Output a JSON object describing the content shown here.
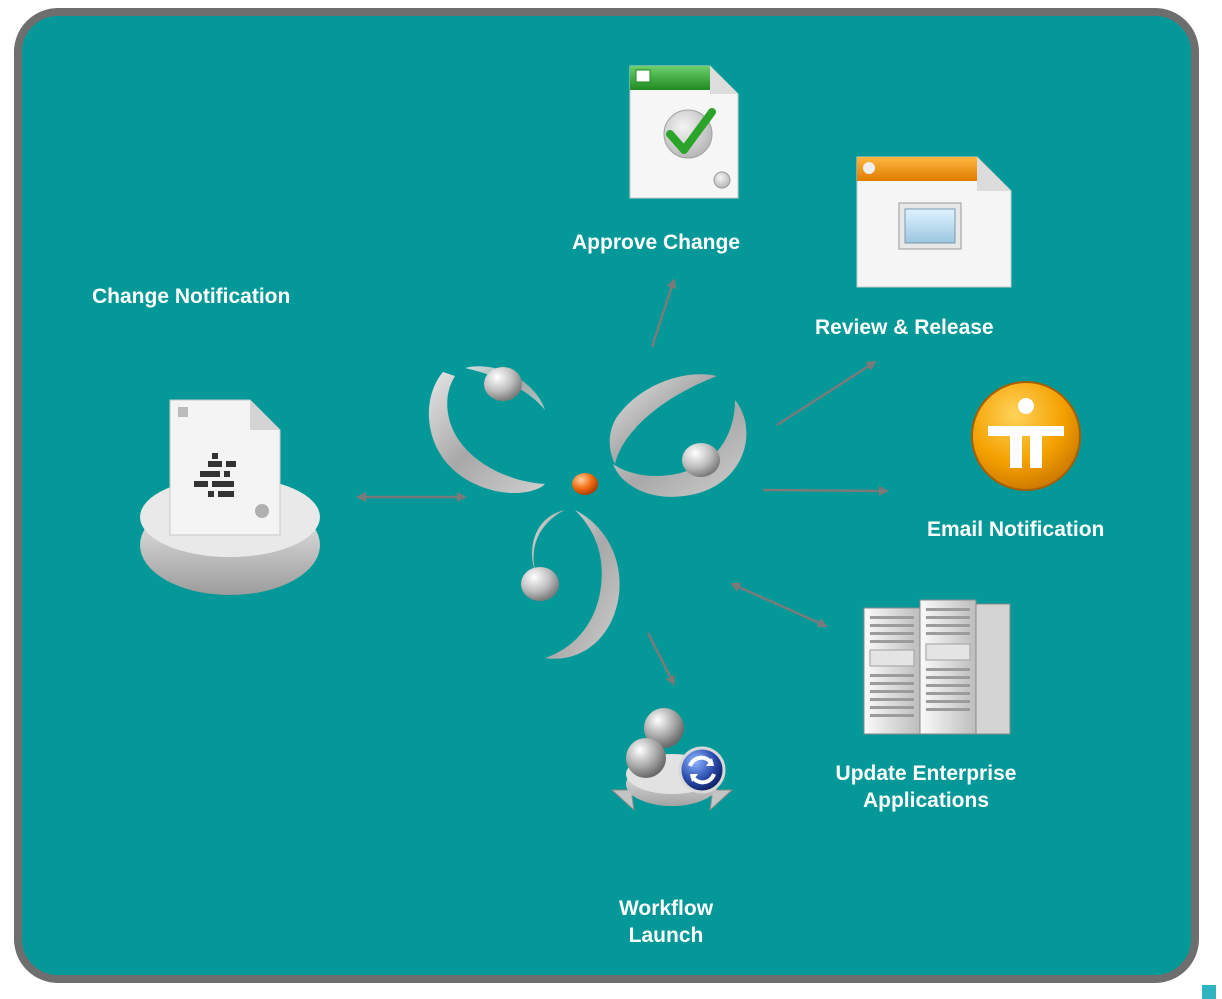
{
  "diagram": {
    "nodes": {
      "change_notification": {
        "label": "Change Notification"
      },
      "approve_change": {
        "label": "Approve Change"
      },
      "review_release": {
        "label": "Review & Release"
      },
      "email_notification": {
        "label": "Email Notification"
      },
      "update_enterprise": {
        "label_line1": "Update Enterprise",
        "label_line2": "Applications"
      },
      "workflow_launch": {
        "label_line1": "Workflow",
        "label_line2": "Launch"
      }
    },
    "hub": {
      "icon": "workflow-hub-logo"
    },
    "edges": [
      {
        "from": "hub",
        "to": "change_notification",
        "direction": "both"
      },
      {
        "from": "hub",
        "to": "approve_change",
        "direction": "forward"
      },
      {
        "from": "hub",
        "to": "review_release",
        "direction": "forward"
      },
      {
        "from": "hub",
        "to": "email_notification",
        "direction": "forward"
      },
      {
        "from": "hub",
        "to": "update_enterprise",
        "direction": "both"
      },
      {
        "from": "hub",
        "to": "workflow_launch",
        "direction": "forward"
      }
    ],
    "colors": {
      "background": "#049898",
      "frame": "#6e6e6e",
      "arrow": "#7a7a7a",
      "label": "#ffffff",
      "approve_accent": "#2a9a2a",
      "review_accent": "#f08c00",
      "email_accent": "#f0a000",
      "hub_dot": "#f06a10"
    }
  }
}
